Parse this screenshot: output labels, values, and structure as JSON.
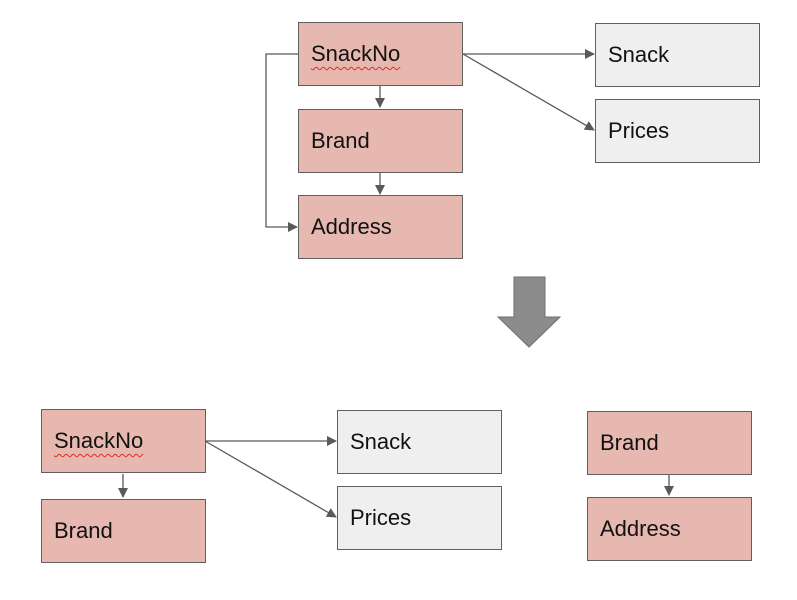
{
  "colors": {
    "key_fill": "#e6b8af",
    "attribute_fill": "#efefef",
    "border": "#5f5f5f",
    "arrow": "#595959",
    "transform_arrow": "#8c8c8c",
    "spellcheck_underline": "#d93025"
  },
  "top": {
    "snackno": "SnackNo",
    "brand": "Brand",
    "address": "Address",
    "snack": "Snack",
    "prices": "Prices"
  },
  "bottom_left": {
    "snackno": "SnackNo",
    "brand": "Brand",
    "snack": "Snack",
    "prices": "Prices"
  },
  "bottom_right": {
    "brand": "Brand",
    "address": "Address"
  },
  "icons": {
    "transform": "down-arrow-icon"
  }
}
